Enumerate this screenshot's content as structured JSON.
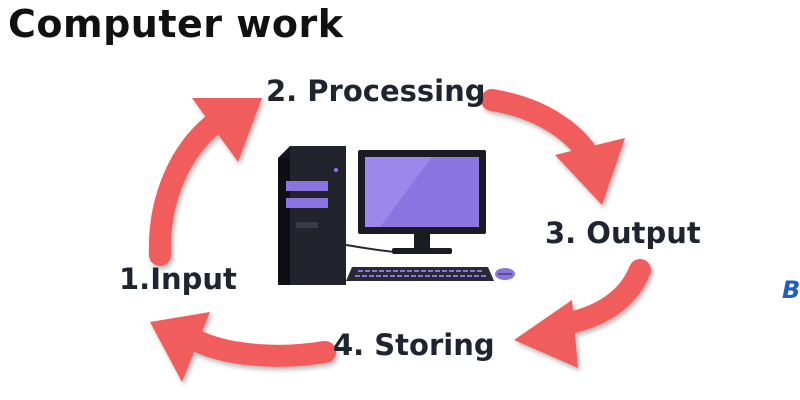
{
  "title": "Computer work",
  "steps": {
    "input": "1.Input",
    "processing": "2. Processing",
    "output": "3. Output",
    "storing": "4. Storing"
  },
  "brand_fragment": "B",
  "colors": {
    "arrow": "#f15b5b",
    "arrow_shadow": "#c9c9c9",
    "tower": "#1b1b24",
    "screen": "#8a74e0",
    "screen_frame": "#1b1b24",
    "keyboard": "#2a2a36",
    "accent_purple": "#8a74e0",
    "brand": "#1f5fbf"
  },
  "icons": [
    "desktop-computer-icon",
    "arrow-icon"
  ]
}
